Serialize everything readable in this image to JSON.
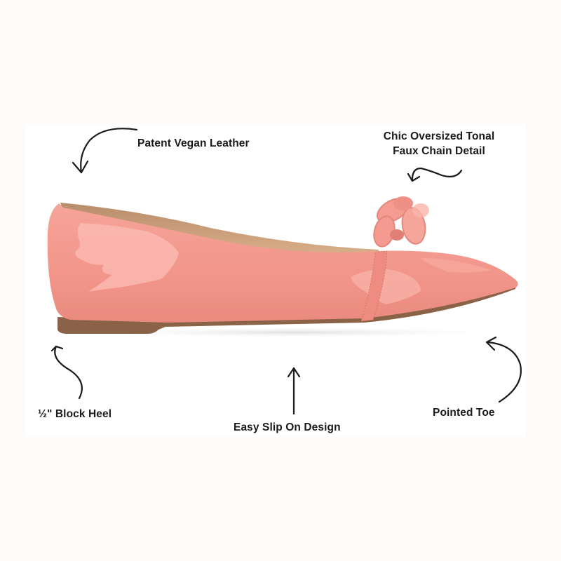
{
  "image": {
    "subject": "pointed-toe ballet flat shoe, side profile",
    "colors": {
      "background": "#fcfbf8",
      "panel": "#ffffff",
      "upper": "#f2958a",
      "upper_highlight": "#f9b6ac",
      "lining": "#c9a079",
      "sole": "#8a6248",
      "text": "#1a1a1a",
      "arrow": "#1a1a1a"
    }
  },
  "callouts": [
    {
      "id": "material",
      "text": "Patent Vegan Leather",
      "arrow": "curved-arrow-down-left"
    },
    {
      "id": "chain",
      "lines": [
        "Chic Oversized Tonal",
        "Faux Chain Detail"
      ],
      "arrow": "wavy-arrow-down-left"
    },
    {
      "id": "heel",
      "text": "½\" Block Heel",
      "arrow": "wavy-arrow-up"
    },
    {
      "id": "slip-on",
      "text": "Easy Slip On Design",
      "arrow": "straight-arrow-up"
    },
    {
      "id": "toe",
      "text": "Pointed Toe",
      "arrow": "curved-arrow-up-left"
    }
  ]
}
